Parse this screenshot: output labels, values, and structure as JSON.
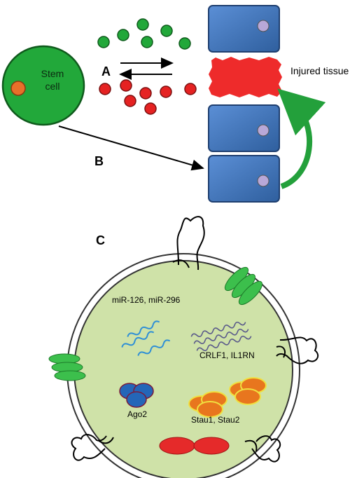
{
  "labels": {
    "stem_cell_line1": "Stem",
    "stem_cell_line2": "cell",
    "label_a": "A",
    "label_b": "B",
    "label_c": "C",
    "injured_tissue": "Injured tissue",
    "mirna": "miR-126, miR-296",
    "mrna": "CRLF1, IL1RN",
    "ago": "Ago2",
    "stau": "Stau1, Stau2"
  },
  "colors": {
    "green_cell": "#22a83a",
    "tissue_blue": "#4a7fc8",
    "injury_red": "#ee2b2b",
    "vesicle_fill": "#cfe2a8",
    "arrow_green": "#23a03b"
  }
}
